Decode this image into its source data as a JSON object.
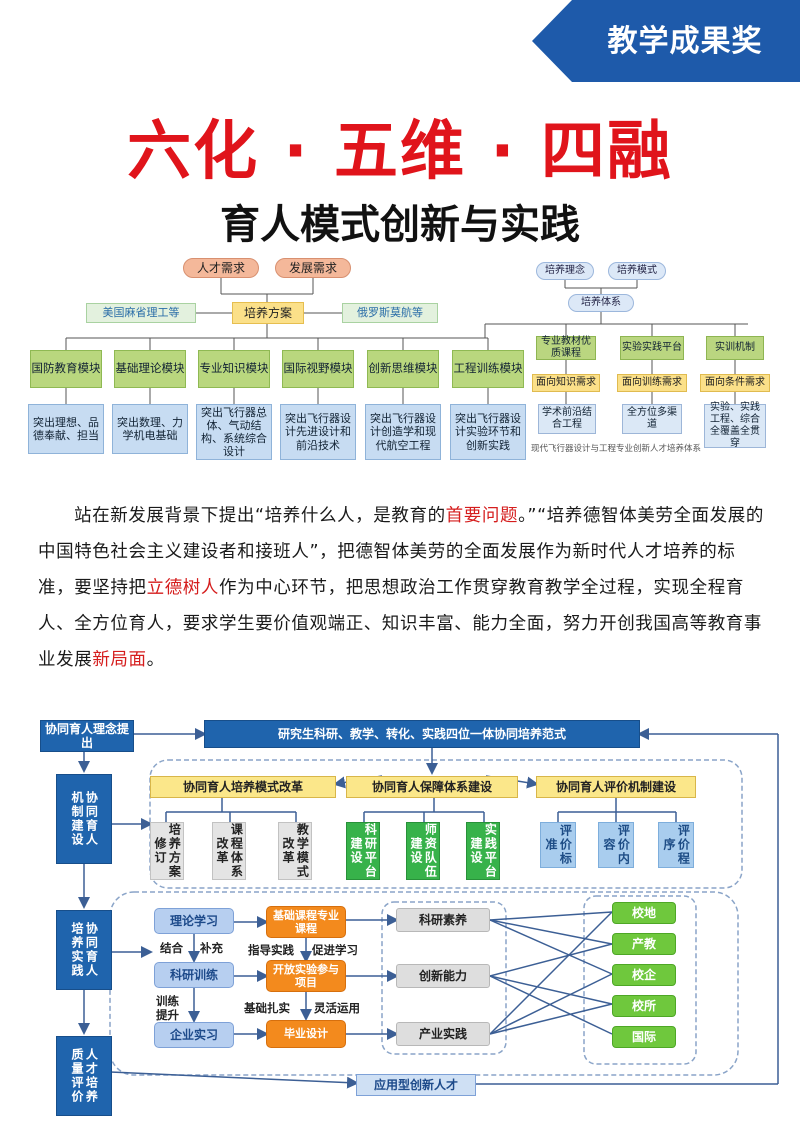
{
  "banner": {
    "text": "教学成果奖",
    "color": "#1e5aaa"
  },
  "title": "六化 · 五维 · 四融",
  "subtitle": "育人模式创新与实践",
  "diagram1": {
    "needs": [
      "人才需求",
      "发展需求"
    ],
    "left_partner": "美国麻省理工等",
    "plan": "培养方案",
    "right_partner": "俄罗斯莫航等",
    "modules": [
      "国防教育模块",
      "基础理论模块",
      "专业知识模块",
      "国际视野模块",
      "创新思维模块",
      "工程训练模块"
    ],
    "outcomes": [
      "突出理想、品德奉献、担当",
      "突出数理、力学机电基础",
      "突出飞行器总体、气动结构、系统综合设计",
      "突出飞行器设计先进设计和前沿技术",
      "突出飞行器设计创造学和现代航空工程",
      "突出飞行器设计实验环节和创新实践"
    ],
    "right_top": [
      "培养理念",
      "培养模式"
    ],
    "right_system": "培养体系",
    "right_cols": [
      "专业教材优质课程",
      "实验实践平台",
      "实训机制"
    ],
    "right_needs": [
      "面向知识需求",
      "面向训练需求",
      "面向条件需求"
    ],
    "right_results": [
      "学术前沿结合工程",
      "全方位多渠道",
      "实验、实践工程、综合全覆盖全贯穿"
    ],
    "caption": "现代飞行器设计与工程专业创新人才培养体系"
  },
  "paragraph": {
    "p1": "站在新发展背景下提出“培养什么人，是教育的",
    "h1": "首要问题",
    "p2": "。”“培养德智体美劳全面发展的中国特色社会主义建设者和接班人”，把德智体美劳的全面发展作为新时代人才培养的标准，要坚持把",
    "h2": "立德树人",
    "p3": "作为中心环节，把思想政治工作贯穿教育教学全过程，实现全程育人、全方位育人，要求学生要价值观端正、知识丰富、能力全面，努力开创我国高等教育事业发展",
    "h3": "新局面",
    "p4": "。"
  },
  "diagram2": {
    "concept": "协同育人理念提出",
    "paradigm": "研究生科研、教学、转化、实践四位一体协同培养范式",
    "left_stages": [
      "机制建设",
      "培养实践",
      "质量评价"
    ],
    "left_subs": [
      "协同育人",
      "协同育人",
      "人才培养"
    ],
    "reforms": [
      "协同育人培养模式改革",
      "协同育人保障体系建设",
      "协同育人评价机制建设"
    ],
    "reform_items": [
      "培养方案修订",
      "课程体系改革",
      "教学模式改革"
    ],
    "guarantee_items": [
      "科研平台建设",
      "师资队伍建设",
      "实践平台建设"
    ],
    "eval_items": [
      "评价标准",
      "评价内容",
      "评价程序"
    ],
    "training": [
      "理论学习",
      "科研训练",
      "企业实习"
    ],
    "courses": [
      "基础课程专业课程",
      "开放实验参与项目",
      "毕业设计"
    ],
    "links": [
      "结合",
      "补充",
      "指导实践",
      "促进学习",
      "训练提升",
      "基础扎实",
      "灵活运用"
    ],
    "abilities": [
      "科研素养",
      "创新能力",
      "产业实践"
    ],
    "partners": [
      "校地",
      "产教",
      "校企",
      "校所",
      "国际"
    ],
    "talent": "应用型创新人才"
  }
}
